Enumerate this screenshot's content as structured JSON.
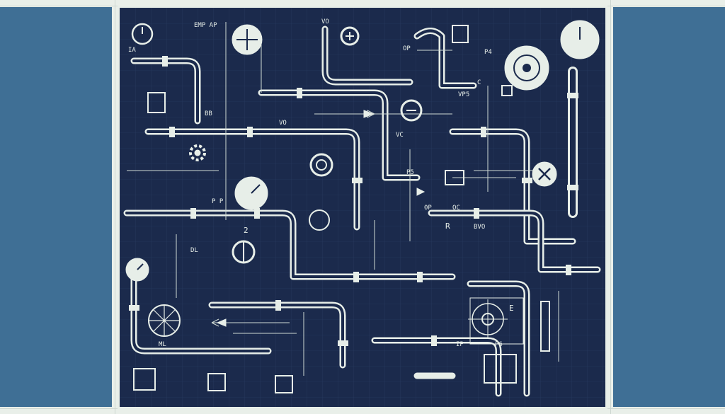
{
  "labels": {
    "emp_ap": "EMP AP",
    "vo_top": "VO",
    "ia": "IA",
    "op": "OP",
    "p4": "P4",
    "c": "C",
    "vp5": "VP5",
    "bb": "BB",
    "vo_mid": "VO",
    "vc": "VC",
    "ps": "P5",
    "p_p": "P P",
    "op2": "0P",
    "oc": "OC",
    "r": "R",
    "bvo": "BVO",
    "dl": "DL",
    "ml": "ML",
    "ip": "IP",
    "p6": "P6",
    "e": "E",
    "two": "2"
  },
  "colors": {
    "background": "#1b2a4c",
    "line": "#e7eee8",
    "side_panel": "#3f6f95"
  }
}
